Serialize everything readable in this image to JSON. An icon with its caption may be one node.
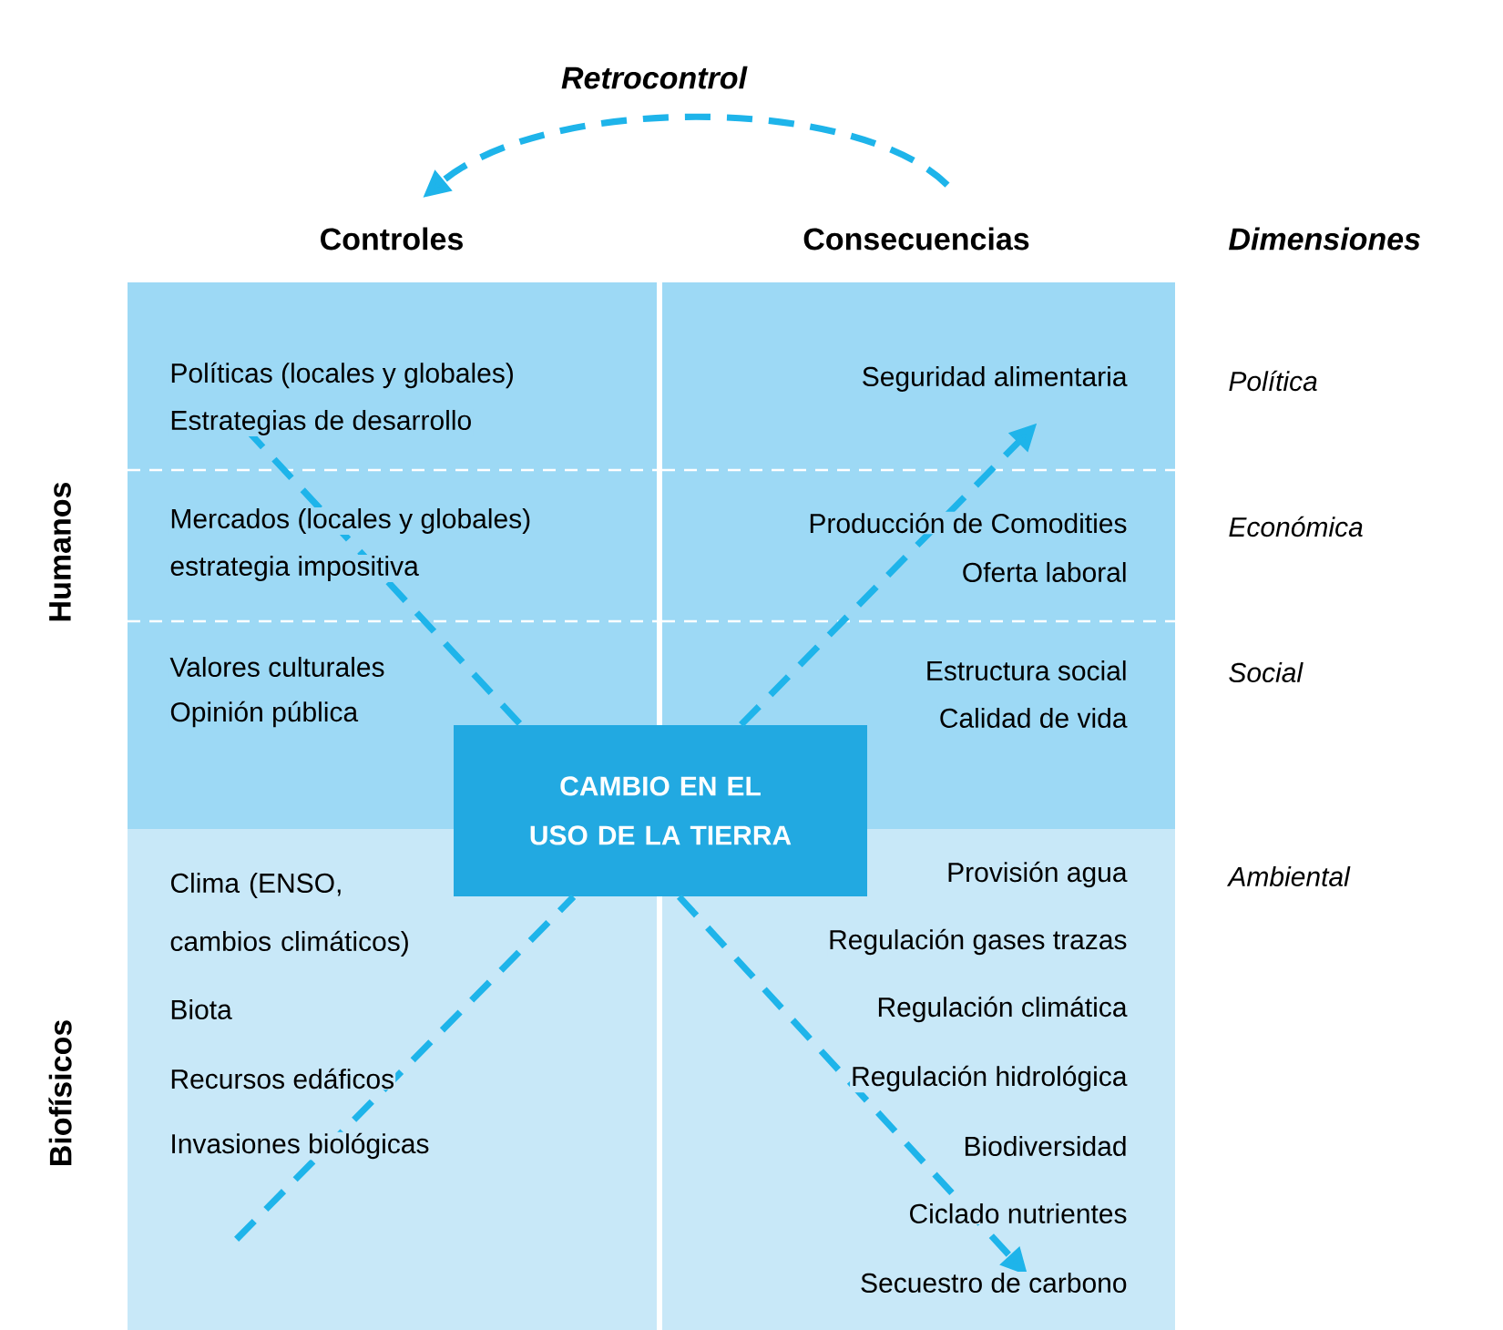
{
  "diagram": {
    "nodes": [
      {
        "text": [
          "Controles"
        ]
      },
      {
        "text": [
          "Consecuencias"
        ]
      },
      {
        "text": [
          "Políticas (locales y globales)",
          "Estrategias de desarrollo",
          "Mercados (locales y globales)",
          "estrategia impositiva",
          "Valores culturales",
          "Opinión pública"
        ]
      },
      {
        "text": [
          "Seguridad alimentaria",
          "Producción de Comodities",
          "Oferta laboral",
          "Estructura social",
          "Calidad de vida"
        ]
      },
      {
        "text": [
          "CAMBIO EN EL USO DE LA TIERRA"
        ]
      },
      {
        "text": [
          "Clima (ENSO, cambios climáticos)",
          "Biota",
          "Recursos edáficos",
          "Invasiones biológicas"
        ]
      },
      {
        "text": [
          "Provisión agua",
          "Regulación gases trazas",
          "Regulación climática",
          "Regulación hidrológica",
          "Biodiversidad",
          "Ciclado nutrientes",
          "Secuestro de carbono"
        ]
      }
    ],
    "edges": [
      {
        "from": 1,
        "to": 0,
        "arrow": "to",
        "label": "Retrocontrol",
        "style": "dashed"
      },
      {
        "from": 2,
        "to": 4,
        "arrow": "none",
        "style": "dashed"
      },
      {
        "from": 4,
        "to": 6,
        "arrow": "to",
        "style": "dashed"
      },
      {
        "from": 5,
        "to": 4,
        "arrow": "none",
        "style": "dashed"
      },
      {
        "from": 4,
        "to": 3,
        "arrow": "to",
        "style": "dashed"
      }
    ],
    "labels": [
      "Dimensiones",
      "Política",
      "Económica",
      "Humanos",
      "Social",
      "Ambiental",
      "Biofísicos"
    ]
  }
}
